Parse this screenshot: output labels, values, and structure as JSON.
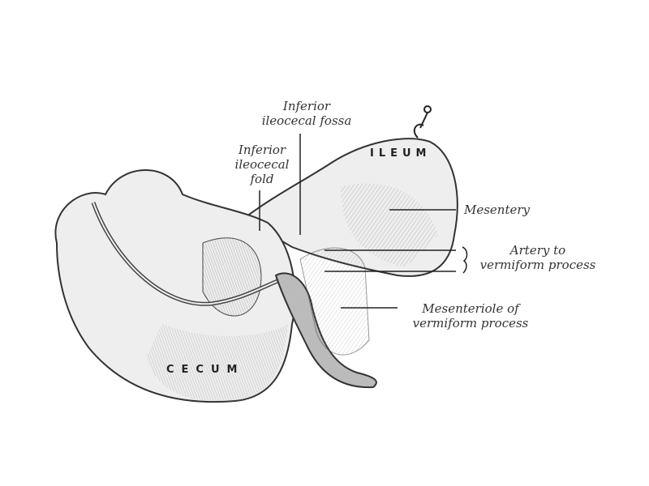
{
  "figure": {
    "labels": {
      "inferior_ileocecal_fossa": [
        "Inferior",
        "ileocecal fossa"
      ],
      "inferior_ileocecal_fold": [
        "Inferior",
        "ileocecal",
        "fold"
      ],
      "ileum": "ILEUM",
      "mesentery": "Mesentery",
      "artery_to_vermiform": [
        "Artery to",
        "vermiform process"
      ],
      "mesenteriole": [
        "Mesenteriole of",
        "vermiform process"
      ],
      "cecum": "CECUM"
    }
  }
}
